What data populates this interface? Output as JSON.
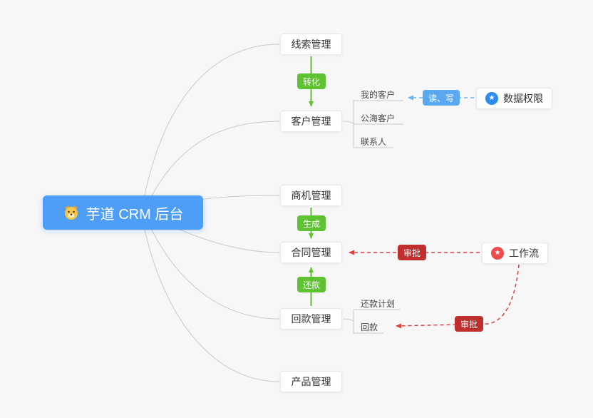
{
  "root": {
    "label": "芋道 CRM 后台"
  },
  "nodes": {
    "leads": {
      "label": "线索管理"
    },
    "customers": {
      "label": "客户管理"
    },
    "opportunities": {
      "label": "商机管理"
    },
    "contracts": {
      "label": "合同管理"
    },
    "receivables": {
      "label": "回款管理"
    },
    "products": {
      "label": "产品管理"
    }
  },
  "sub_items": {
    "customers": [
      "我的客户",
      "公海客户",
      "联系人"
    ],
    "receivables": [
      "还款计划",
      "回款"
    ]
  },
  "edge_labels": {
    "convert": "转化",
    "generate": "生成",
    "repay": "还款",
    "read_write": "读、写",
    "approve_contract": "审批",
    "approve_receivable": "审批"
  },
  "side_nodes": {
    "data_permission": {
      "label": "数据权限"
    },
    "workflow": {
      "label": "工作流"
    }
  },
  "icons": {
    "star": "★"
  },
  "colors": {
    "background": "#f7f7f8",
    "root_bg": "#4e9ef7",
    "green": "#5ec232",
    "blue_badge": "#5aa9f0",
    "blue_dash": "#6cb2f5",
    "red_badge": "#c02e2e",
    "red_dash": "#d9403f",
    "data_permission_icon": "#2d8cf0",
    "workflow_icon": "#ee4c4c",
    "line": "#c9c9c9"
  }
}
